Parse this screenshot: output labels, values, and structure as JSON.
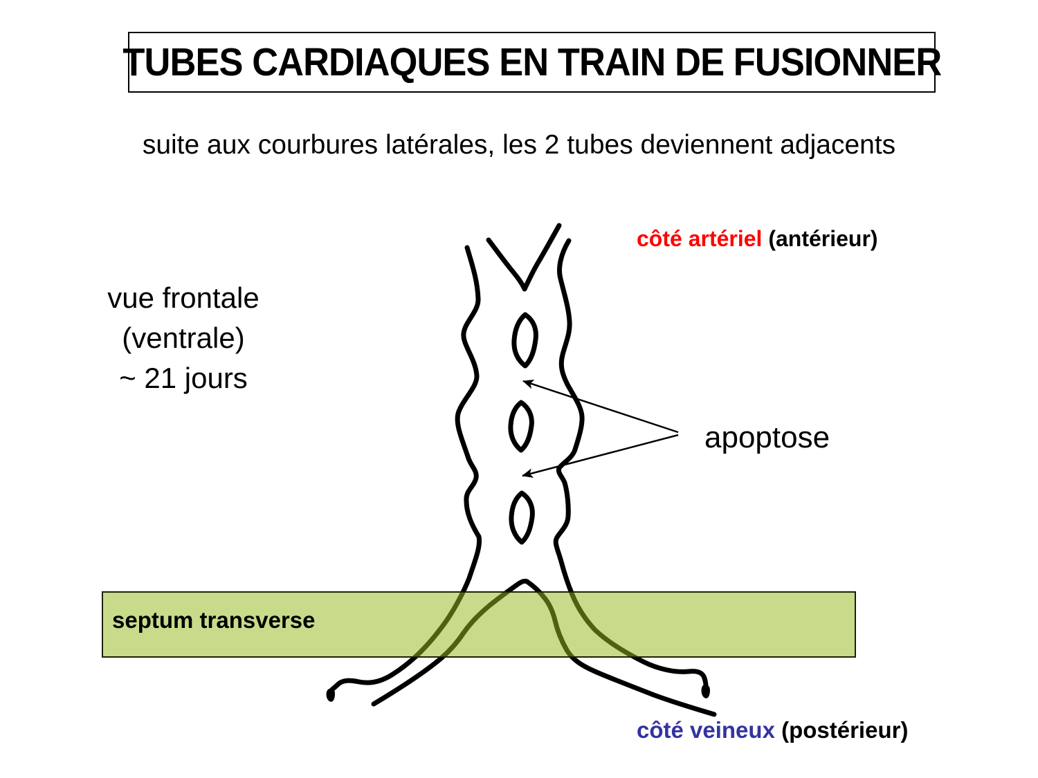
{
  "slide": {
    "title": "TUBES CARDIAQUES EN TRAIN DE FUSIONNER",
    "subtitle": "suite aux courbures latérales, les 2 tubes deviennent adjacents"
  },
  "left_note": {
    "line1": "vue frontale",
    "line2": "(ventrale)",
    "line3": "~ 21 jours"
  },
  "labels": {
    "arterial_colored": "côté artériel",
    "arterial_suffix": " (antérieur)",
    "venous_colored": "côté veineux",
    "venous_suffix": " (postérieur)",
    "apoptosis": "apoptose",
    "septum": "septum transverse"
  },
  "colors": {
    "arterial_red": "#ff0000",
    "venous_blue": "#3333a2",
    "ink": "#000000",
    "band_fill": "rgba(150,186,30,0.52)",
    "band_border": "#1b2100"
  }
}
